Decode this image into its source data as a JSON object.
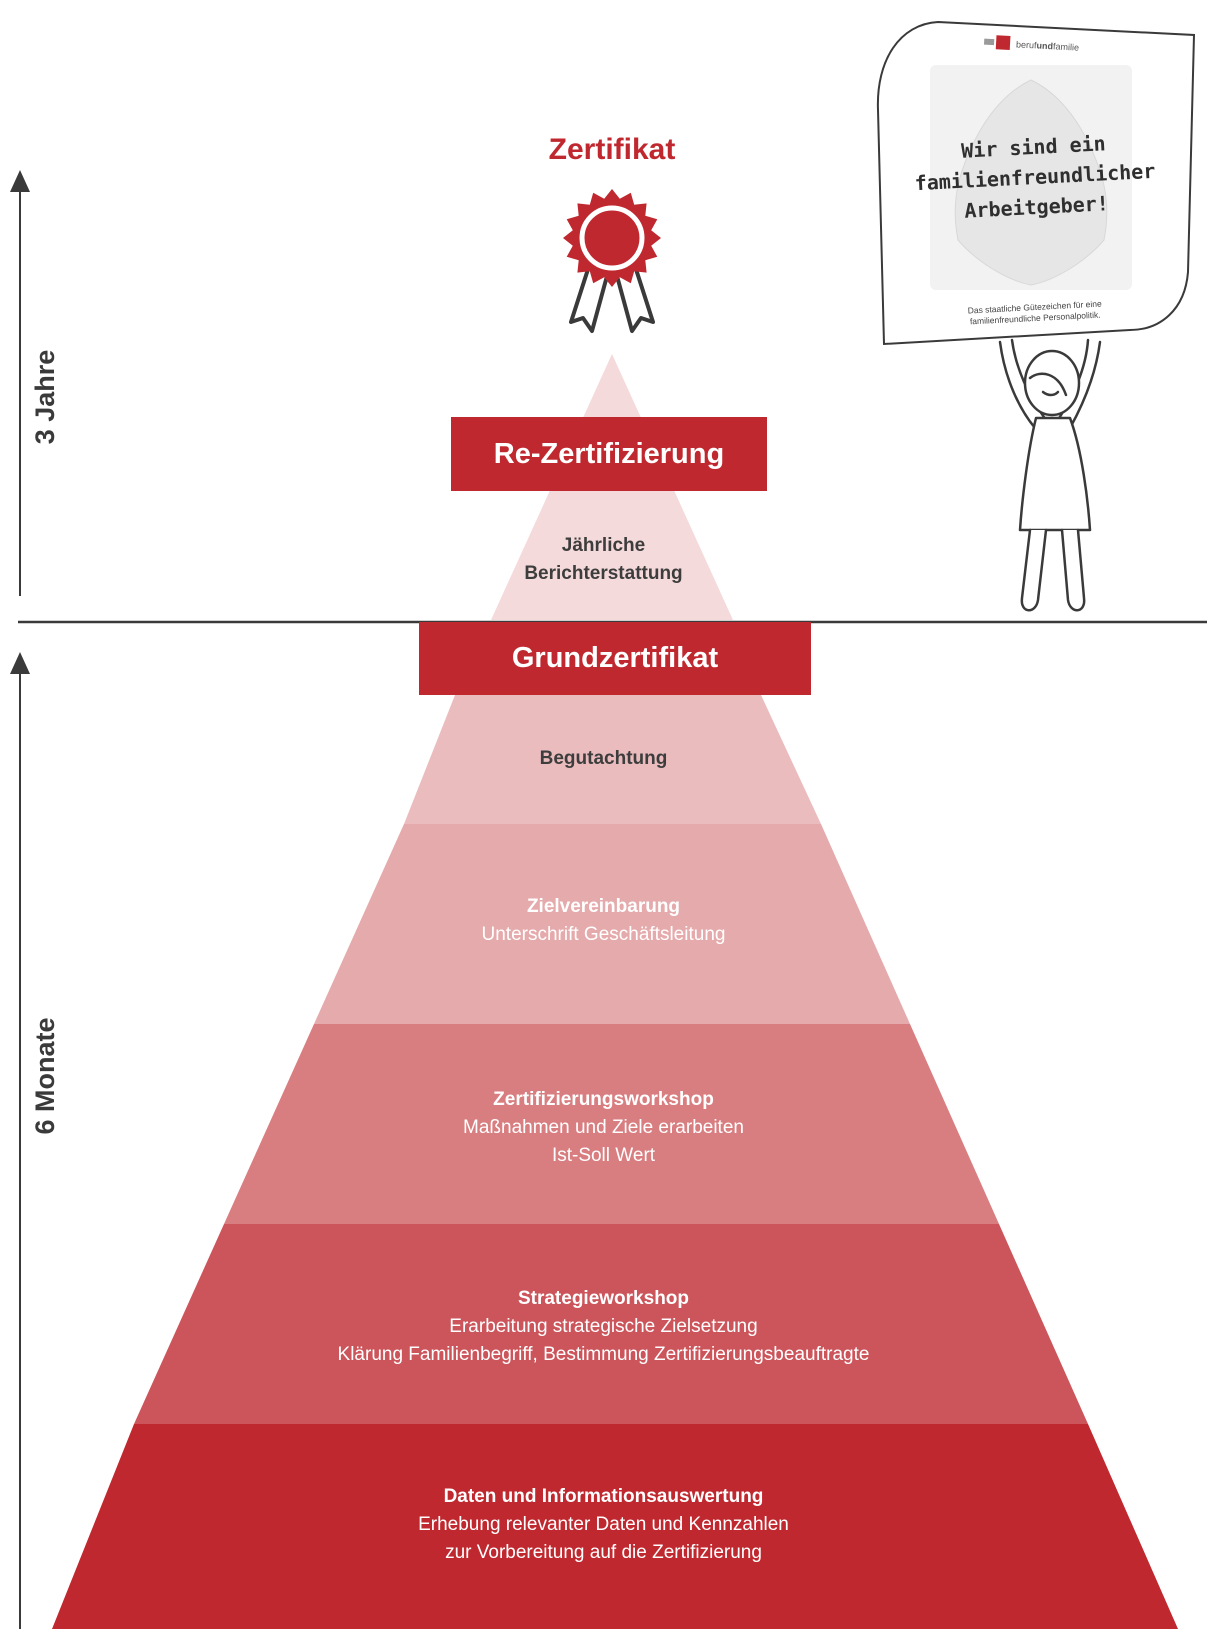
{
  "header": {
    "title": "Zertifikat"
  },
  "axis": {
    "upper_label": "3 Jahre",
    "lower_label": "6 Monate"
  },
  "banners": {
    "re_certification": "Re-Zertifizierung",
    "base_certificate": "Grundzertifikat"
  },
  "upper_pyramid": {
    "annual_line1": "Jährliche",
    "annual_line2": "Berichterstattung"
  },
  "tiers": [
    {
      "title": "Begutachtung",
      "lines": []
    },
    {
      "title": "Zielvereinbarung",
      "lines": [
        "Unterschrift Geschäftsleitung"
      ]
    },
    {
      "title": "Zertifizierungsworkshop",
      "lines": [
        "Maßnahmen und Ziele erarbeiten",
        "Ist-Soll Wert"
      ]
    },
    {
      "title": "Strategieworkshop",
      "lines": [
        "Erarbeitung strategische Zielsetzung",
        "Klärung Familienbegriff, Bestimmung Zertifizierungsbeauftragte"
      ]
    },
    {
      "title": "Daten und Informationsauswertung",
      "lines": [
        "Erhebung relevanter Daten und Kennzahlen",
        "zur Vorbereitung auf die Zertifizierung"
      ]
    }
  ],
  "sign": {
    "logo_text_pre": "beruf",
    "logo_text_bold": "und",
    "logo_text_post": "familie",
    "headline_line1": "Wir sind ein",
    "headline_line2": "familienfreundlicher",
    "headline_line3": "Arbeitgeber!",
    "footer_line1": "Das staatliche Gütezeichen für eine",
    "footer_line2": "familienfreundliche Personalpolitik."
  },
  "colors": {
    "brand_red": "#c0282f",
    "tier1": "#ebbcbe",
    "tier2": "#e5aaab",
    "tier3": "#d87e80",
    "tier4": "#cb555b",
    "tier5": "#c0282f",
    "upper_pyramid": "#f4dadb"
  }
}
